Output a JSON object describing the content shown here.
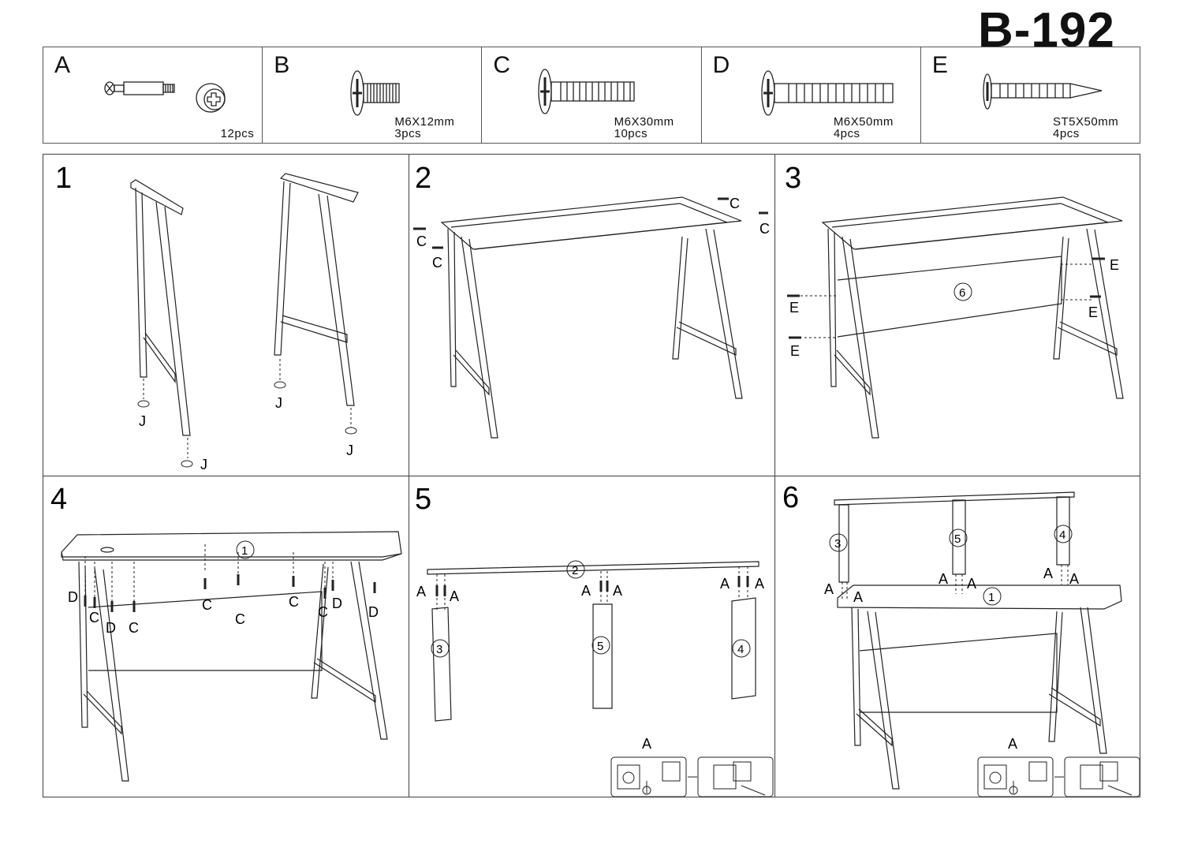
{
  "title": "B-192",
  "parts": [
    {
      "letter": "A",
      "spec": "",
      "qty": "12pcs",
      "icon": "cam-lock-fitting-icon"
    },
    {
      "letter": "B",
      "spec": "M6X12mm",
      "qty": "3pcs",
      "icon": "bolt-icon"
    },
    {
      "letter": "C",
      "spec": "M6X30mm",
      "qty": "10pcs",
      "icon": "bolt-icon"
    },
    {
      "letter": "D",
      "spec": "M6X50mm",
      "qty": "4pcs",
      "icon": "bolt-icon"
    },
    {
      "letter": "E",
      "spec": "ST5X50mm",
      "qty": "4pcs",
      "icon": "wood-screw-icon"
    }
  ],
  "steps": [
    {
      "number": "1",
      "callouts": [
        "J",
        "J",
        "J",
        "J"
      ]
    },
    {
      "number": "2",
      "callouts": [
        "C",
        "C",
        "C",
        "C"
      ]
    },
    {
      "number": "3",
      "panel": "6",
      "callouts": [
        "E",
        "E",
        "E",
        "E"
      ]
    },
    {
      "number": "4",
      "panel": "1",
      "callouts": [
        "D",
        "C",
        "D",
        "C",
        "C",
        "C",
        "C",
        "C",
        "D",
        "D"
      ]
    },
    {
      "number": "5",
      "panels": [
        "2",
        "3",
        "5",
        "4"
      ],
      "callouts": [
        "A",
        "A",
        "A",
        "A",
        "A",
        "A",
        "A"
      ]
    },
    {
      "number": "6",
      "panels": [
        "3",
        "5",
        "4",
        "1"
      ],
      "callouts": [
        "A",
        "A",
        "A",
        "A",
        "A",
        "A",
        "A"
      ]
    }
  ]
}
